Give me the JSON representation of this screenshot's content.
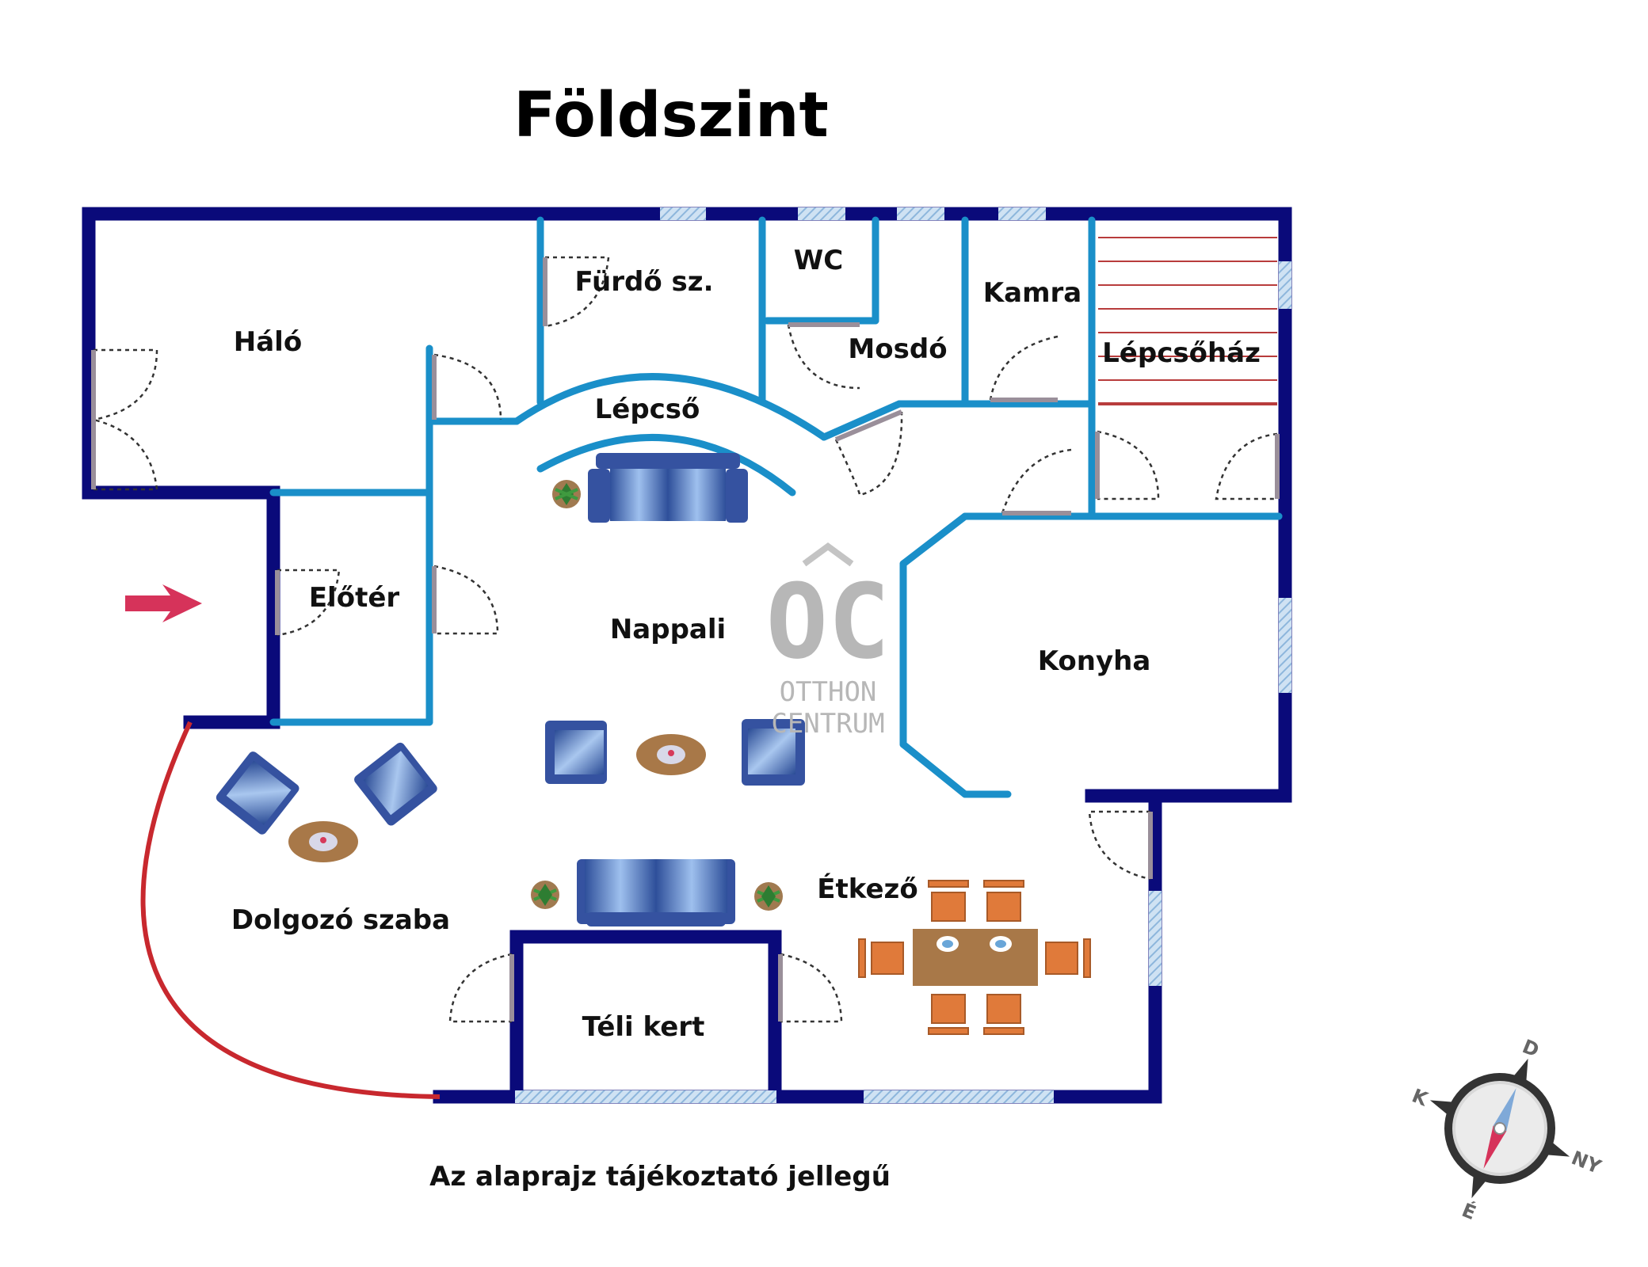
{
  "title": "Földszint",
  "footnote": "Az alaprajz tájékoztató jellegű",
  "rooms": {
    "halo": "Háló",
    "furdo": "Fürdő sz.",
    "wc": "WC",
    "mosdo": "Mosdó",
    "kamra": "Kamra",
    "lepcsohaz": "Lépcsőház",
    "lepcso": "Lépcső",
    "eloter": "Előtér",
    "nappali": "Nappali",
    "konyha": "Konyha",
    "dolgozo": "Dolgozó szaba",
    "etkezo": "Étkező",
    "teli_kert": "Téli kert"
  },
  "watermark": {
    "logo": "OC",
    "line1": "OTTHON",
    "line2": "CENTRUM"
  },
  "compass": {
    "north": "É",
    "south": "D",
    "east": "K",
    "west": "NY"
  },
  "colors": {
    "outer_wall": "#0a0a7a",
    "inner_wall": "#1a8fc9",
    "arc_wall": "#c8282e",
    "entry_arrow": "#d6335a",
    "window": "#a8c8e8",
    "furniture_blue": "#4a78c8",
    "table_brown": "#a87848",
    "chair_orange": "#e07a3a"
  },
  "icons": {
    "entry": "entry-arrow-icon",
    "compass": "compass-icon",
    "plant": "plant-icon",
    "sofa": "sofa-icon",
    "armchair": "armchair-icon",
    "coffee_table": "coffee-table-icon",
    "dining_table": "dining-table-icon"
  }
}
